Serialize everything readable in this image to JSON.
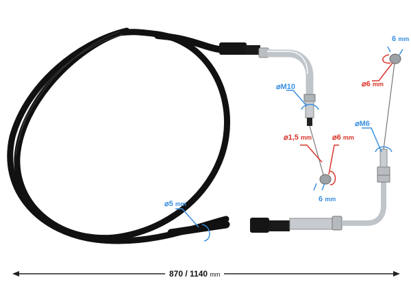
{
  "image": {
    "subject": "throttle-cable",
    "background": "#ffffff"
  },
  "colors": {
    "cable": "#111111",
    "metal": "#c8ccd0",
    "annotation_blue": "#3a8fe0",
    "annotation_red": "#d9342b",
    "dimension_line": "#222222"
  },
  "annotations": {
    "m10": {
      "symbol": "⌀",
      "value": "M10"
    },
    "m6": {
      "symbol": "⌀",
      "value": "M6"
    },
    "sheath": {
      "symbol": "⌀",
      "value": "5",
      "unit": "mm"
    },
    "inner_wire": {
      "symbol": "⌀",
      "value": "1,5",
      "unit": "mm"
    },
    "nipple_small_dia": {
      "symbol": "⌀",
      "value": "6",
      "unit": "mm"
    },
    "nipple_small_len": {
      "value": "6",
      "unit": "mm"
    },
    "nipple_top_dia": {
      "symbol": "⌀",
      "value": "6",
      "unit": "mm"
    },
    "nipple_top_len": {
      "value": "6",
      "unit": "mm"
    }
  },
  "dimension": {
    "value": "870 / 1140",
    "unit": "mm"
  }
}
